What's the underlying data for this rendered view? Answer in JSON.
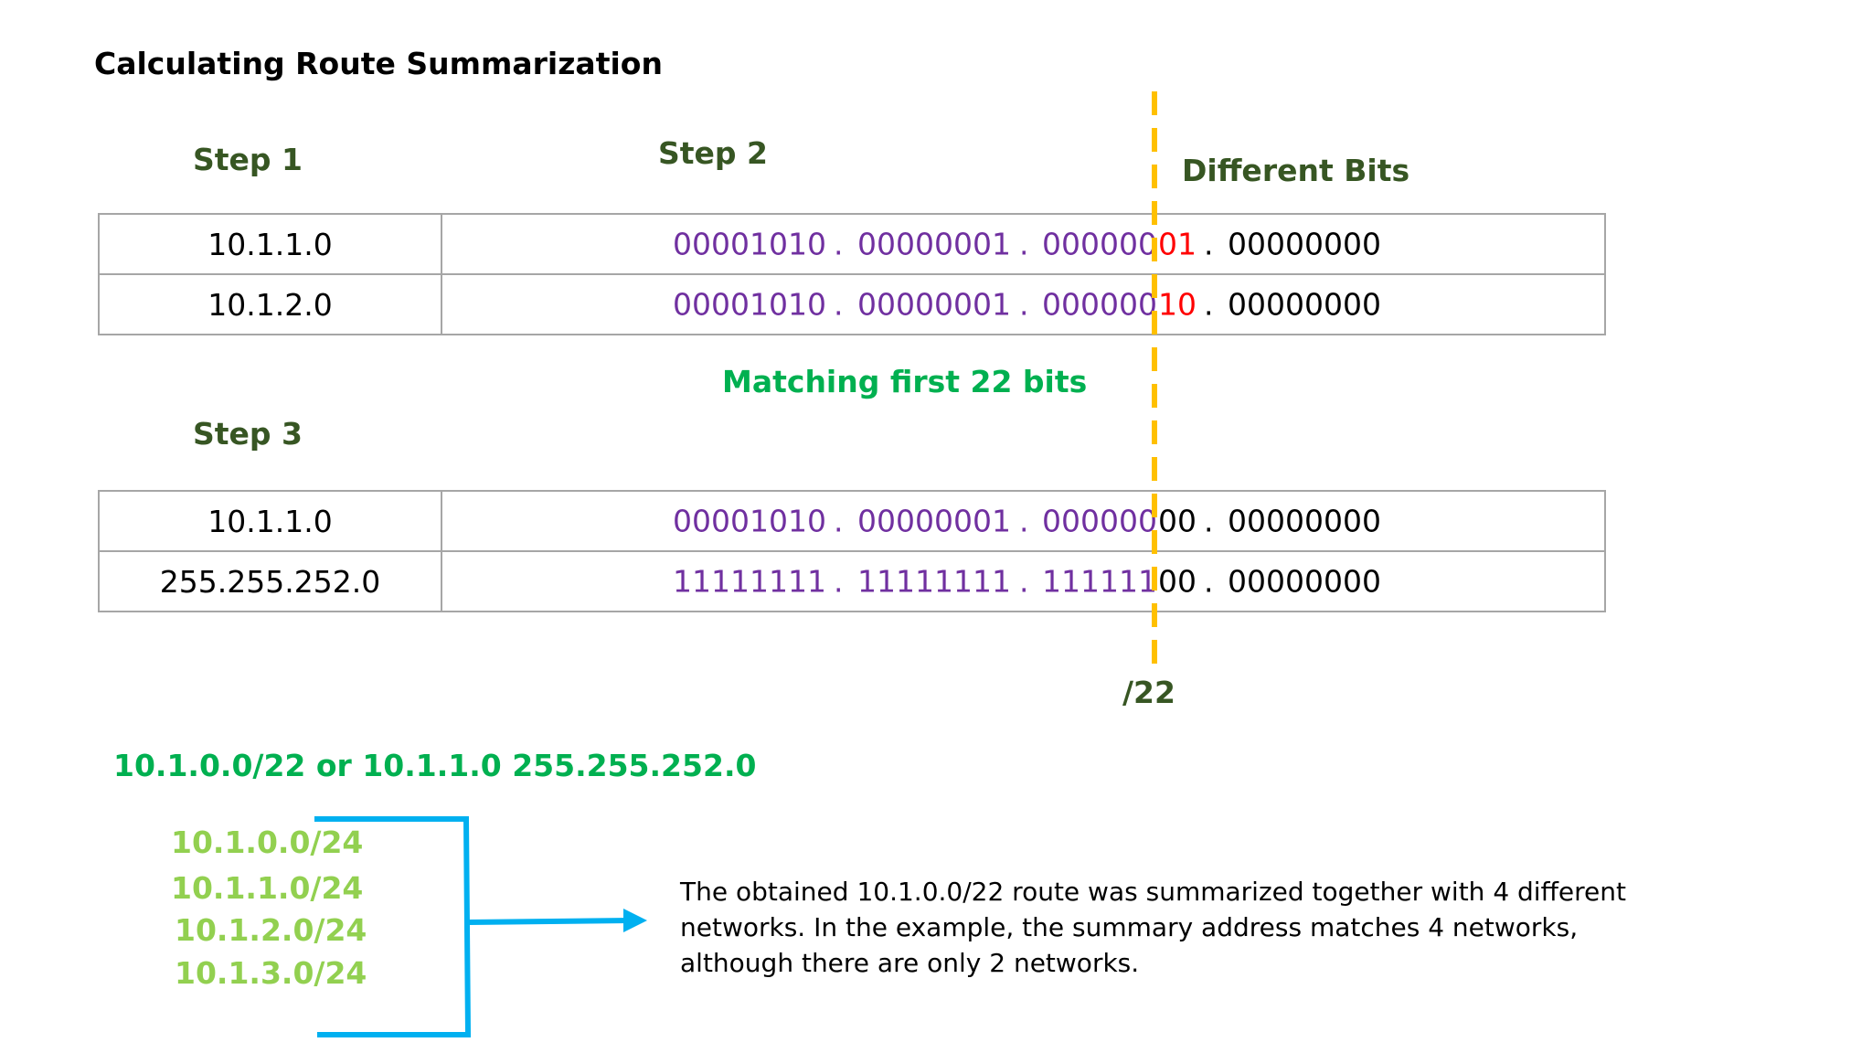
{
  "title": "Calculating Route Summarization",
  "steps": {
    "step1": "Step 1",
    "step2": "Step 2",
    "step3": "Step 3",
    "different_bits": "Different Bits",
    "matching": "Matching first 22 bits",
    "prefix": "/22"
  },
  "table1": [
    {
      "ip": "10.1.1.0",
      "o1": "00001010",
      "o2": "00000001",
      "o3a": "000000",
      "o3b": "01",
      "o4": "00000000"
    },
    {
      "ip": "10.1.2.0",
      "o1": "00001010",
      "o2": "00000001",
      "o3a": "000000",
      "o3b": "10",
      "o4": "00000000"
    }
  ],
  "table2": [
    {
      "ip": "10.1.1.0",
      "o1": "00001010",
      "o2": "00000001",
      "o3a": "000000",
      "o3b": "00",
      "o4": "00000000"
    },
    {
      "ip": "255.255.252.0",
      "o1": "11111111",
      "o2": "11111111",
      "o3a": "111111",
      "o3b": "00",
      "o4": "00000000"
    }
  ],
  "dot": ".",
  "summary": "10.1.0.0/22 or 10.1.1.0 255.255.252.0",
  "networks": [
    "10.1.0.0/24",
    "10.1.1.0/24",
    "10.1.2.0/24",
    "10.1.3.0/24"
  ],
  "note": "The obtained 10.1.0.0/22 route was summarized together with 4 different networks. In the example, the summary address matches 4 networks, although there are only 2 networks.",
  "colors": {
    "step": "#375623",
    "binary": "#7030a0",
    "different": "#ff0000",
    "matching": "#00b050",
    "networks": "#92d050",
    "bracket": "#00b0f0",
    "boundary": "#ffc000"
  }
}
